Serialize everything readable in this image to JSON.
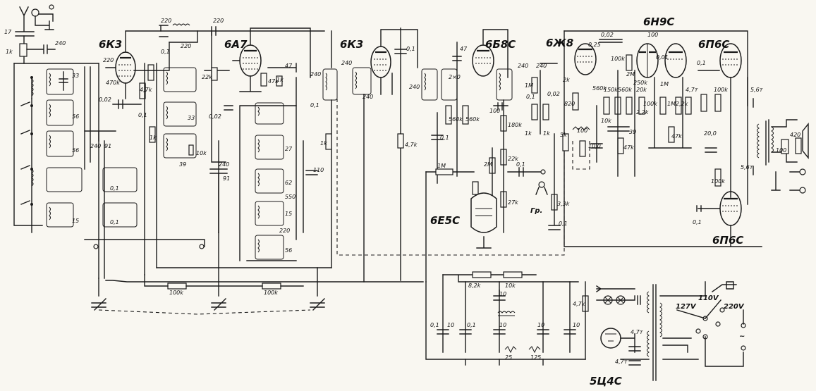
{
  "tubes": {
    "rf_amp": "6К3",
    "converter": "6А7",
    "if_amp": "6К3",
    "detector": "6Б8С",
    "af_amp": "6Ж8",
    "phase_inverter": "6Н9С",
    "output_top": "6П6С",
    "output_bottom": "6П6С",
    "tuning_indicator": "6Е5С",
    "rectifier": "5Ц4С"
  },
  "labels": {
    "antenna_cap": "17",
    "antenna_res": "1k",
    "c_240_ant": "240",
    "c_220_a": "220",
    "c_220_b": "220",
    "c_220_c": "220",
    "c_220_d": "220",
    "c_01_rf": "0,1",
    "r_470k": "470k",
    "c_002_rf": "0,02",
    "r_47k_rf": "4,7k",
    "r_1k_rf": "1k",
    "c_01_b": "0,1",
    "c_33": "33",
    "c_56_a": "56",
    "c_56_b": "56",
    "c_240_b": "240",
    "c_91_a": "91",
    "c_15_a": "15",
    "c_01_c": "0,1",
    "c_01_d": "0,1",
    "r_22k": "22k",
    "c_002_b": "0,02",
    "c_33_b": "33",
    "c_39": "39",
    "r_10k": "10k",
    "c_240_c": "240",
    "c_91_b": "91",
    "c_47_conv": "47",
    "r_47k_conv": "47k",
    "r_1k_conv": "1k",
    "c_27": "27",
    "c_62": "62",
    "c_550": "550",
    "c_15_b": "15",
    "c_220_e": "220",
    "c_56_c": "56",
    "c_110": "110",
    "c_240_d": "240",
    "c_01_e": "0,1",
    "r_1k_if": "1k",
    "c_240_e": "240",
    "c_240_f": "240",
    "r_47k_if": "4,7k",
    "c_01_if": "0,1",
    "c_47_det": "47",
    "c_240_det": "240",
    "c_240_g": "240",
    "r_560k_a": "560k",
    "r_560k_b": "560k",
    "c_01_f": "0,1",
    "c_2x240": "2×0",
    "c_100_det": "100",
    "r_180k": "180k",
    "r_22k_det": "22k",
    "r_2m": "2M",
    "r_27k": "27k",
    "c_01_g": "0,1",
    "c_240_h": "240",
    "r_1m_a": "1M",
    "r_1m_ind": "1M",
    "c_01_af": "0,1",
    "c_002_af": "0,02",
    "r_1k_af": "1k",
    "r_1k_af2": "1k",
    "r_2k": "2k",
    "r_820": "820",
    "r_5k": "5k",
    "r_100": "100",
    "c_10_af": "10,0",
    "r_560k_c": "560k",
    "r_3_3k": "3,3k",
    "c_01_h": "0,1",
    "c_002_pi": "0,02",
    "c_025": "0,25",
    "r_100k_pi": "100k",
    "c_100_pi": "100",
    "r_150k": "150k",
    "r_560k_d": "560k",
    "r_2m_pi": "2M",
    "r_250k": "250k",
    "c_001": "0,01",
    "r_1m_pi": "1M",
    "r_10k_pi": "10k",
    "r_47k_pi": "47k",
    "c_39_pi": "39",
    "r_22k_pi": "2,2k",
    "r_100k_b": "100k",
    "r_1m_b": "1M",
    "r_22k_out": "2,2k",
    "r_47k_out": "47k",
    "c_01_out": "0,1",
    "r_100k_out": "100k",
    "c_20_out": "20,0",
    "r_100k_c": "100k",
    "c_01_out2": "0,1",
    "r_56t": "5,6т",
    "r_56t_b": "5,6т",
    "r_47t": "4,7т",
    "r_100_out": "100",
    "r_420": "420",
    "r_20k": "20k",
    "gr": "Гр.",
    "r_100k_bot_a": "100k",
    "r_100k_bot_b": "100k",
    "r_82k": "8,2k",
    "r_10k_ps": "10k",
    "r_47k_ps": "4,7k",
    "c_01_ps_a": "0,1",
    "c_10_ps_a": "10",
    "c_01_ps_b": "0,1",
    "c_10_ps_b": "10",
    "c_10_ps_c": "10",
    "c_10_ps_d": "10",
    "c_10_ps_e": "10",
    "r_25": "25",
    "r_125": "125",
    "c_47t_a": "4,7т",
    "c_47t_b": "4,7т",
    "v127": "127V",
    "v110": "110V",
    "v220": "220V",
    "ac": "~"
  }
}
